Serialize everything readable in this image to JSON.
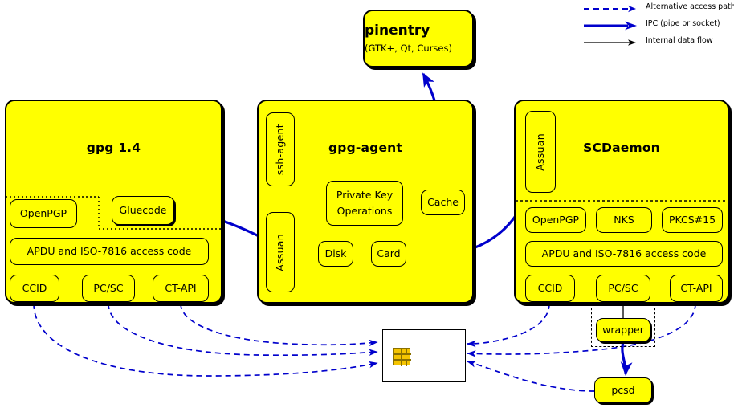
{
  "diagram": {
    "title": "GnuPG smartcard architecture",
    "background": "#ffffff",
    "node_fill": "#ffff00",
    "stroke": "#000000",
    "ipc_color": "#0000cc",
    "alt_path_color": "#0000cc"
  },
  "legend": {
    "items": [
      {
        "label": "Alternative access paths",
        "style": "dashed-arrow",
        "color": "#0000cc"
      },
      {
        "label": "IPC (pipe or socket)",
        "style": "thick-arrow",
        "color": "#0000cc"
      },
      {
        "label": "Internal data flow",
        "style": "thin-arrow",
        "color": "#000000"
      }
    ]
  },
  "pinentry": {
    "title": "pinentry",
    "subtitle": "(GTK+, Qt, Curses)"
  },
  "gpg": {
    "title": "gpg 1.4",
    "nodes": {
      "openpgp": "OpenPGP",
      "gluecode": "Gluecode",
      "apdu": "APDU and ISO-7816 access code",
      "ccid": "CCID",
      "pcsc": "PC/SC",
      "ctapi": "CT-API"
    }
  },
  "gpg_agent": {
    "title": "gpg-agent",
    "nodes": {
      "ssh_agent": "ssh-agent",
      "assuan": "Assuan",
      "private_key_ops_line1": "Private Key",
      "private_key_ops_line2": "Operations",
      "cache": "Cache",
      "disk": "Disk",
      "card": "Card"
    }
  },
  "scdaemon": {
    "title": "SCDaemon",
    "nodes": {
      "assuan": "Assuan",
      "openpgp": "OpenPGP",
      "nks": "NKS",
      "pkcs15": "PKCS#15",
      "apdu": "APDU and ISO-7816 access code",
      "ccid": "CCID",
      "pcsc": "PC/SC",
      "ctapi": "CT-API"
    }
  },
  "external": {
    "wrapper": "wrapper",
    "pcsd": "pcsd",
    "smartcard": "smartcard"
  }
}
